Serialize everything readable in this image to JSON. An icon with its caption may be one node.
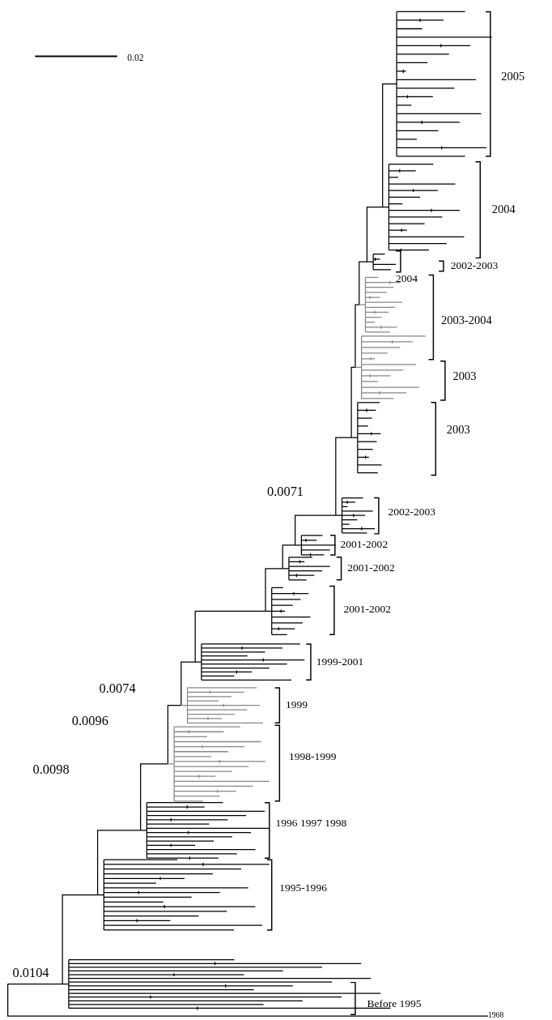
{
  "diagram": {
    "labels": [
      "0.02",
      "2005",
      "2004",
      "2002-2003",
      "2004",
      "2003-2004",
      "2003",
      "2003",
      "0.0071",
      "2002-2003",
      "2001-2002",
      "2001-2002",
      "2001-2002",
      "1999-2001",
      "0.0074",
      "1999",
      "0.0096",
      "1998-1999",
      "0.0098",
      "1996 1997 1998",
      "1995-1996",
      "0.0104",
      "Before 1995",
      "1968"
    ]
  }
}
